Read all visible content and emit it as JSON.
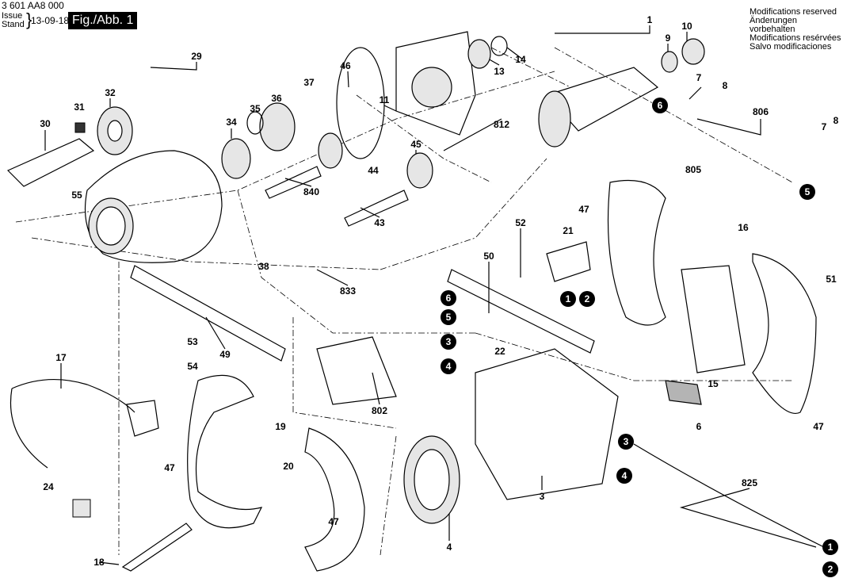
{
  "header": {
    "part_number": "3 601 AA8 000",
    "issue_label": "Issue",
    "stand_label": "Stand",
    "date": "13-09-18",
    "figure": "Fig./Abb. 1"
  },
  "notice": [
    "Modifications reserved",
    "Änderungen vorbehalten",
    "Modifications resérvées",
    "Salvo modificaciones"
  ],
  "callouts": [
    "1",
    "9",
    "10",
    "14",
    "13",
    "7",
    "8",
    "806",
    "7",
    "8",
    "805",
    "29",
    "37",
    "46",
    "11",
    "812",
    "32",
    "31",
    "36",
    "35",
    "30",
    "34",
    "45",
    "44",
    "840",
    "55",
    "43",
    "47",
    "21",
    "52",
    "16",
    "50",
    "38",
    "51",
    "833",
    "53",
    "22",
    "49",
    "17",
    "54",
    "15",
    "802",
    "6",
    "47",
    "19",
    "47",
    "20",
    "825",
    "24",
    "3",
    "47",
    "4",
    "18"
  ],
  "circled_callouts": [
    "6",
    "5",
    "1",
    "2",
    "6",
    "5",
    "3",
    "4",
    "3",
    "4",
    "1",
    "2"
  ],
  "colors": {
    "ink": "#000000",
    "part_fill": "#e6e6e6",
    "shade": "#b4b4b4"
  }
}
